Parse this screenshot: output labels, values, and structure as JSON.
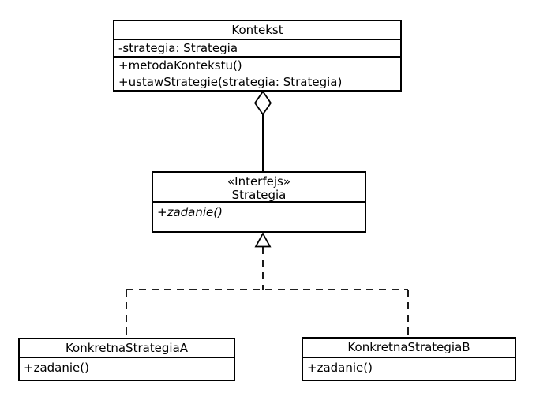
{
  "classes": {
    "kontekst": {
      "name": "Kontekst",
      "attributes": [
        "-strategia: Strategia"
      ],
      "methods": [
        "+metodaKontekstu()",
        "+ustawStrategie(strategia: Strategia)"
      ]
    },
    "strategia": {
      "stereotype": "«Interfejs»",
      "name": "Strategia",
      "methods": [
        "+zadanie()"
      ]
    },
    "konkretna_a": {
      "name": "KonkretnaStrategiaA",
      "methods": [
        "+zadanie()"
      ]
    },
    "konkretna_b": {
      "name": "KonkretnaStrategiaB",
      "methods": [
        "+zadanie()"
      ]
    }
  },
  "relationships": [
    {
      "type": "aggregation",
      "from": "Kontekst",
      "to": "Strategia",
      "marker": "hollow-diamond",
      "line_style": "solid"
    },
    {
      "type": "realization",
      "from": "KonkretnaStrategiaA",
      "to": "Strategia",
      "marker": "hollow-triangle",
      "line_style": "dashed"
    },
    {
      "type": "realization",
      "from": "KonkretnaStrategiaB",
      "to": "Strategia",
      "marker": "hollow-triangle",
      "line_style": "dashed"
    }
  ],
  "colors": {
    "line": "#000000",
    "background": "#ffffff",
    "box_fill": "#ffffff"
  }
}
